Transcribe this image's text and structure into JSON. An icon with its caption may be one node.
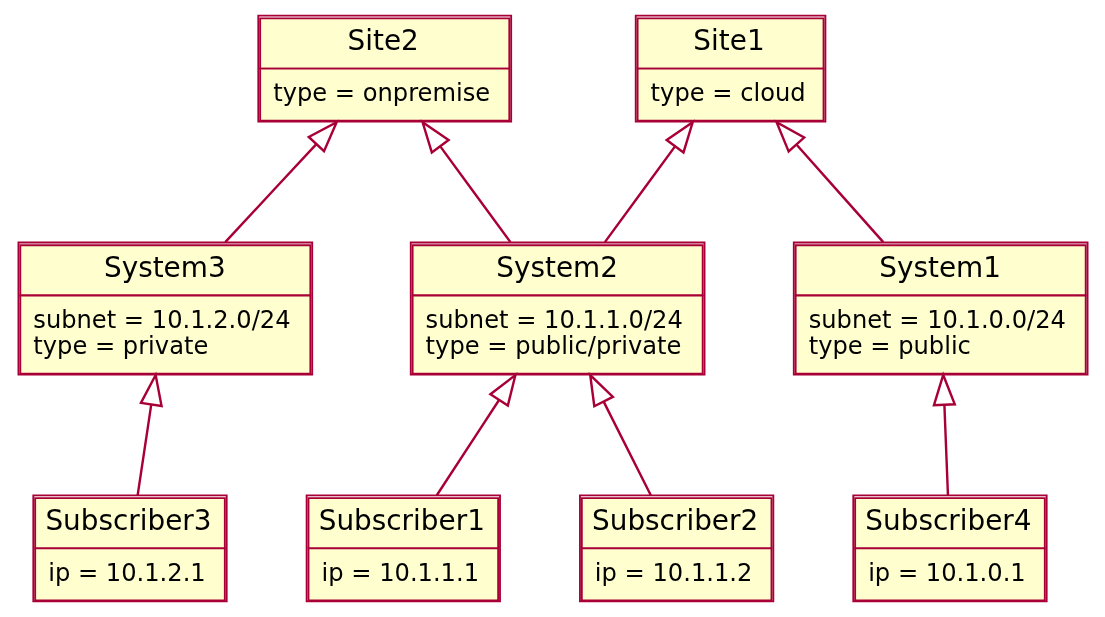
{
  "diagram": {
    "nodes": [
      {
        "text": [
          "Site2",
          "type = onpremise"
        ]
      },
      {
        "text": [
          "Site1",
          "type = cloud"
        ]
      },
      {
        "text": [
          "System3",
          "subnet = 10.1.2.0/24",
          "type = private"
        ]
      },
      {
        "text": [
          "System2",
          "subnet = 10.1.1.0/24",
          "type = public/private"
        ]
      },
      {
        "text": [
          "System1",
          "subnet = 10.1.0.0/24",
          "type = public"
        ]
      },
      {
        "text": [
          "Subscriber3",
          "ip = 10.1.2.1"
        ]
      },
      {
        "text": [
          "Subscriber2",
          "ip = 10.1.1.2"
        ]
      },
      {
        "text": [
          "Subscriber1",
          "ip = 10.1.1.1"
        ]
      },
      {
        "text": [
          "Subscriber4",
          "ip = 10.1.0.1"
        ]
      }
    ],
    "edges": [
      {
        "from": 2,
        "to": 0,
        "arrow": "to"
      },
      {
        "from": 3,
        "to": 0,
        "arrow": "to"
      },
      {
        "from": 3,
        "to": 1,
        "arrow": "to"
      },
      {
        "from": 4,
        "to": 1,
        "arrow": "to"
      },
      {
        "from": 5,
        "to": 2,
        "arrow": "to"
      },
      {
        "from": 6,
        "to": 3,
        "arrow": "to"
      },
      {
        "from": 7,
        "to": 3,
        "arrow": "to"
      },
      {
        "from": 8,
        "to": 4,
        "arrow": "to"
      }
    ]
  }
}
